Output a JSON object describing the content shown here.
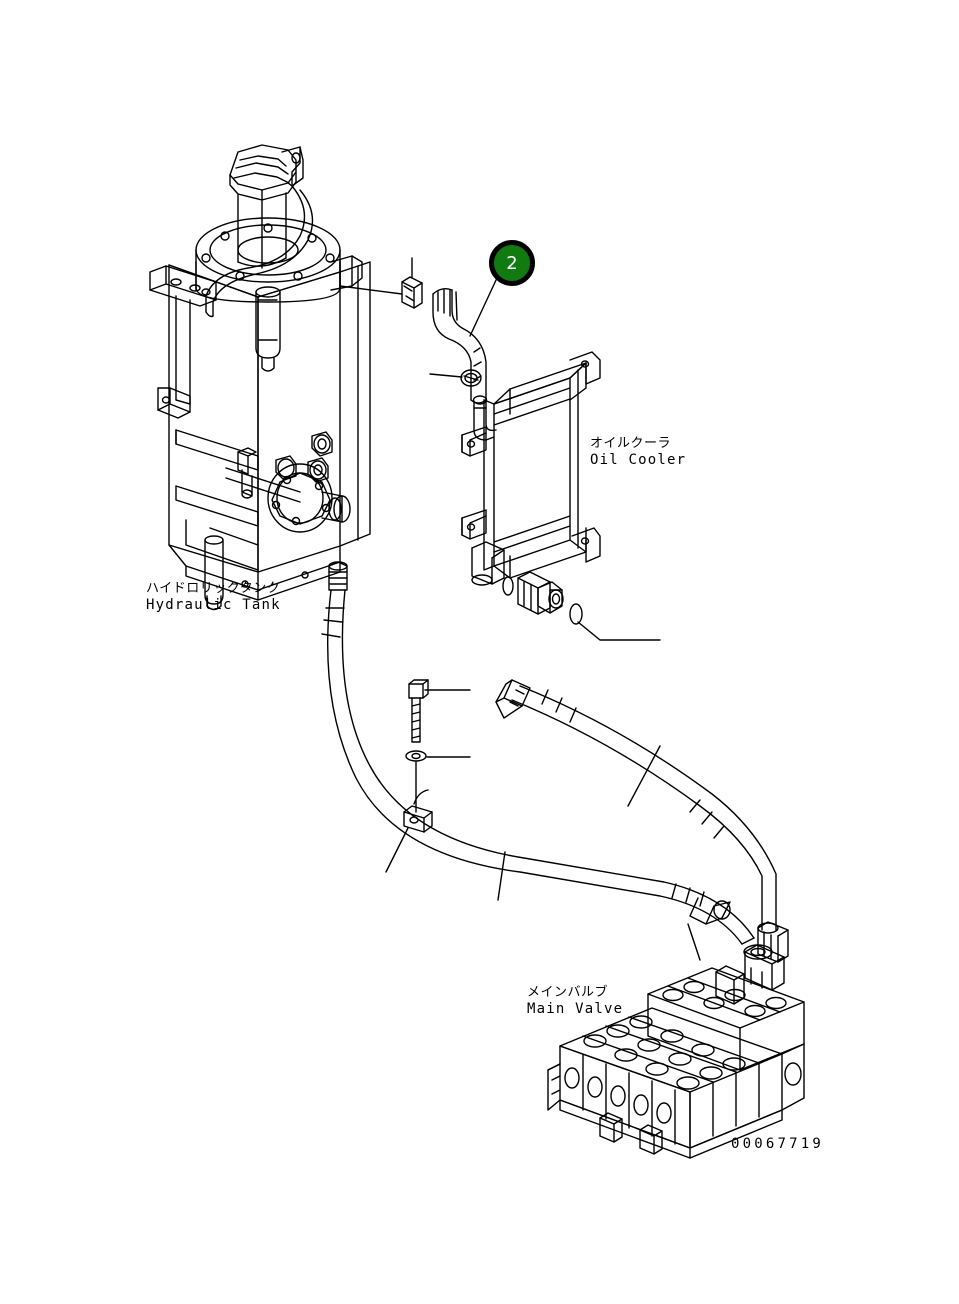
{
  "sheet": {
    "drawing_number": "00067719",
    "background_color": "#ffffff",
    "line_color": "#000000"
  },
  "callouts": [
    {
      "id": "2",
      "number": "2",
      "fill_color": "#117a11",
      "ring_color": "#000000",
      "text_color": "#ffffff",
      "points_to": "elbow-hose"
    }
  ],
  "labels": {
    "oil_cooler": {
      "jp": "オイルクーラ",
      "en": "Oil Cooler"
    },
    "hydraulic_tank": {
      "jp": "ハイドロリックタンク",
      "en": "Hydraulic Tank"
    },
    "main_valve": {
      "jp": "メインバルブ",
      "en": "Main Valve"
    }
  },
  "components": [
    {
      "name": "hydraulic-tank",
      "label_key": "hydraulic_tank"
    },
    {
      "name": "tank-filler-cap",
      "label_key": null
    },
    {
      "name": "tank-breather",
      "label_key": null
    },
    {
      "name": "oil-cooler",
      "label_key": "oil_cooler"
    },
    {
      "name": "elbow-hose",
      "label_key": null
    },
    {
      "name": "o-ring",
      "label_key": null
    },
    {
      "name": "hex-adapter-fitting",
      "label_key": null
    },
    {
      "name": "upper-hydraulic-hose",
      "label_key": null
    },
    {
      "name": "lower-hydraulic-hose",
      "label_key": null
    },
    {
      "name": "hose-clamp-bracket",
      "label_key": null
    },
    {
      "name": "clamp-bolt",
      "label_key": null
    },
    {
      "name": "clamp-washer",
      "label_key": null
    },
    {
      "name": "main-valve",
      "label_key": "main_valve"
    }
  ]
}
